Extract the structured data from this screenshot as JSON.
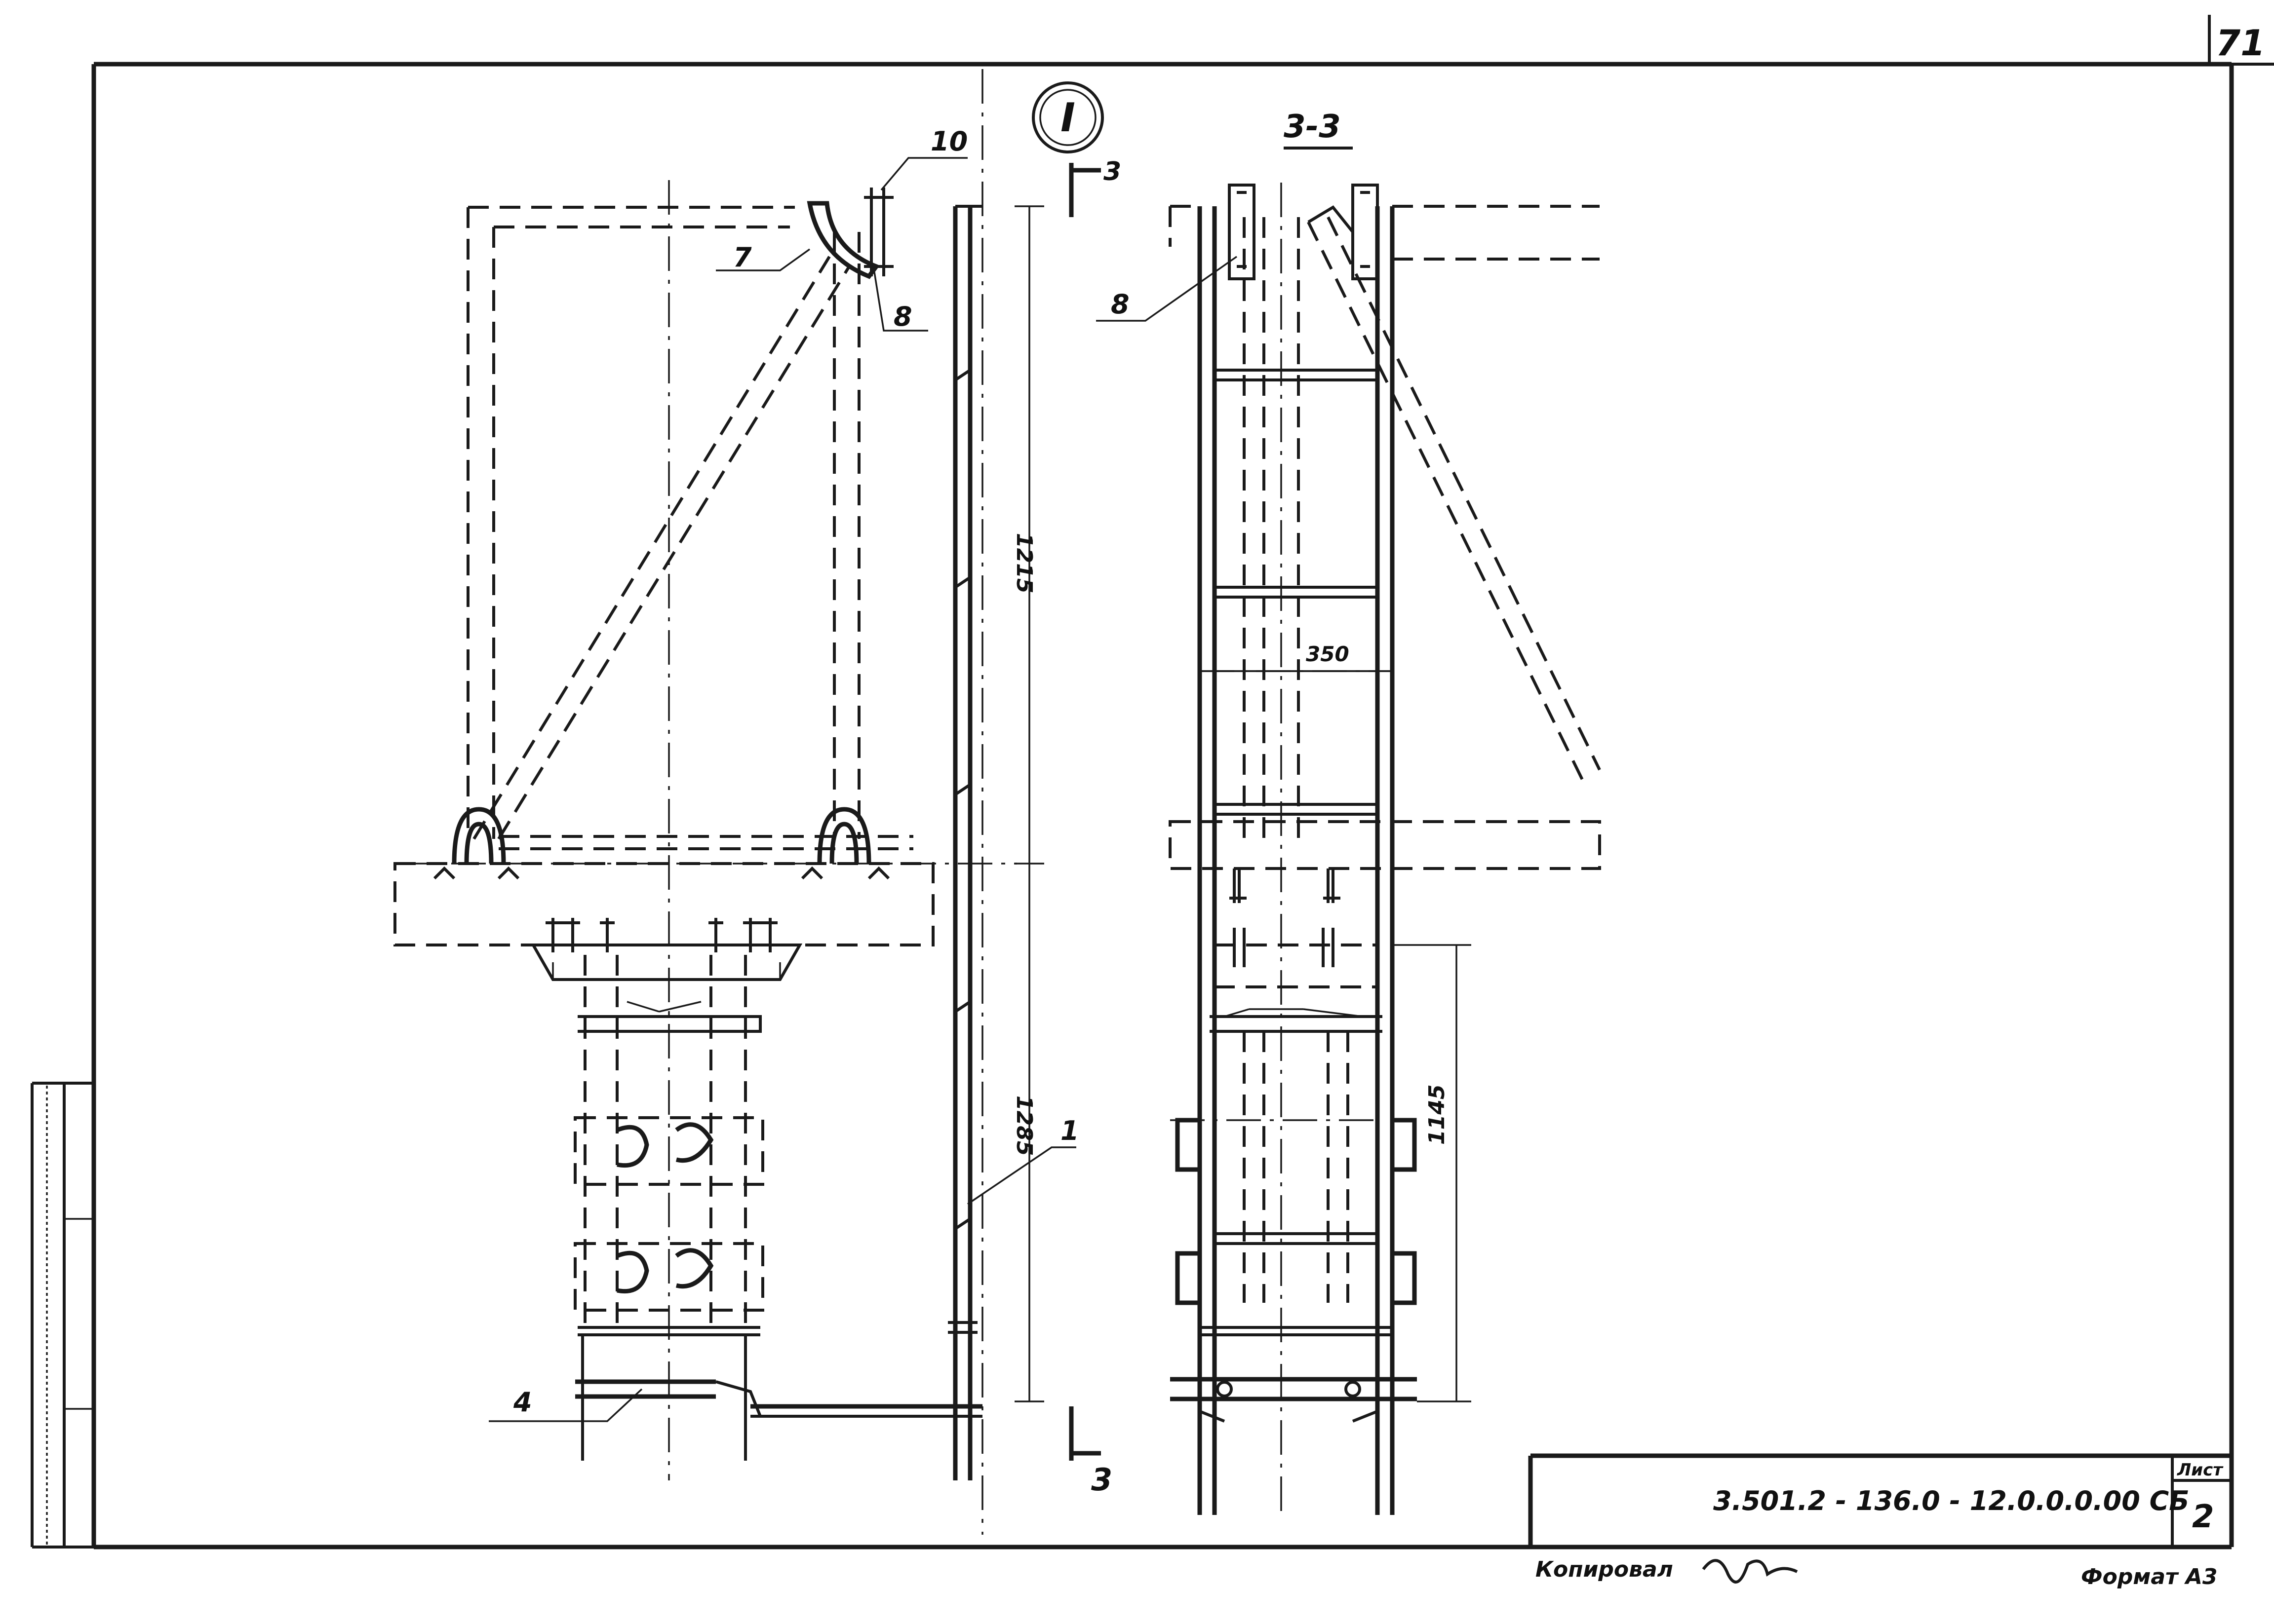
{
  "sheet": {
    "page_number": "71",
    "view_marker": "I",
    "section_title": "3-3",
    "section_mark": "3"
  },
  "callouts": [
    {
      "id": "10",
      "label": "10"
    },
    {
      "id": "7",
      "label": "7"
    },
    {
      "id": "8a",
      "label": "8"
    },
    {
      "id": "8b",
      "label": "8"
    },
    {
      "id": "1",
      "label": "1"
    },
    {
      "id": "4",
      "label": "4"
    }
  ],
  "dimensions": {
    "upper_height": "1215",
    "lower_height": "1285",
    "width": "350",
    "right_height": "1145"
  },
  "title_block": {
    "designation": "3.501.2 - 136.0 - 12.0.0.0.00 СБ",
    "sheet_label": "Лист",
    "sheet_number": "2",
    "copied_by_label": "Копировал",
    "format_label": "Формат А3"
  }
}
